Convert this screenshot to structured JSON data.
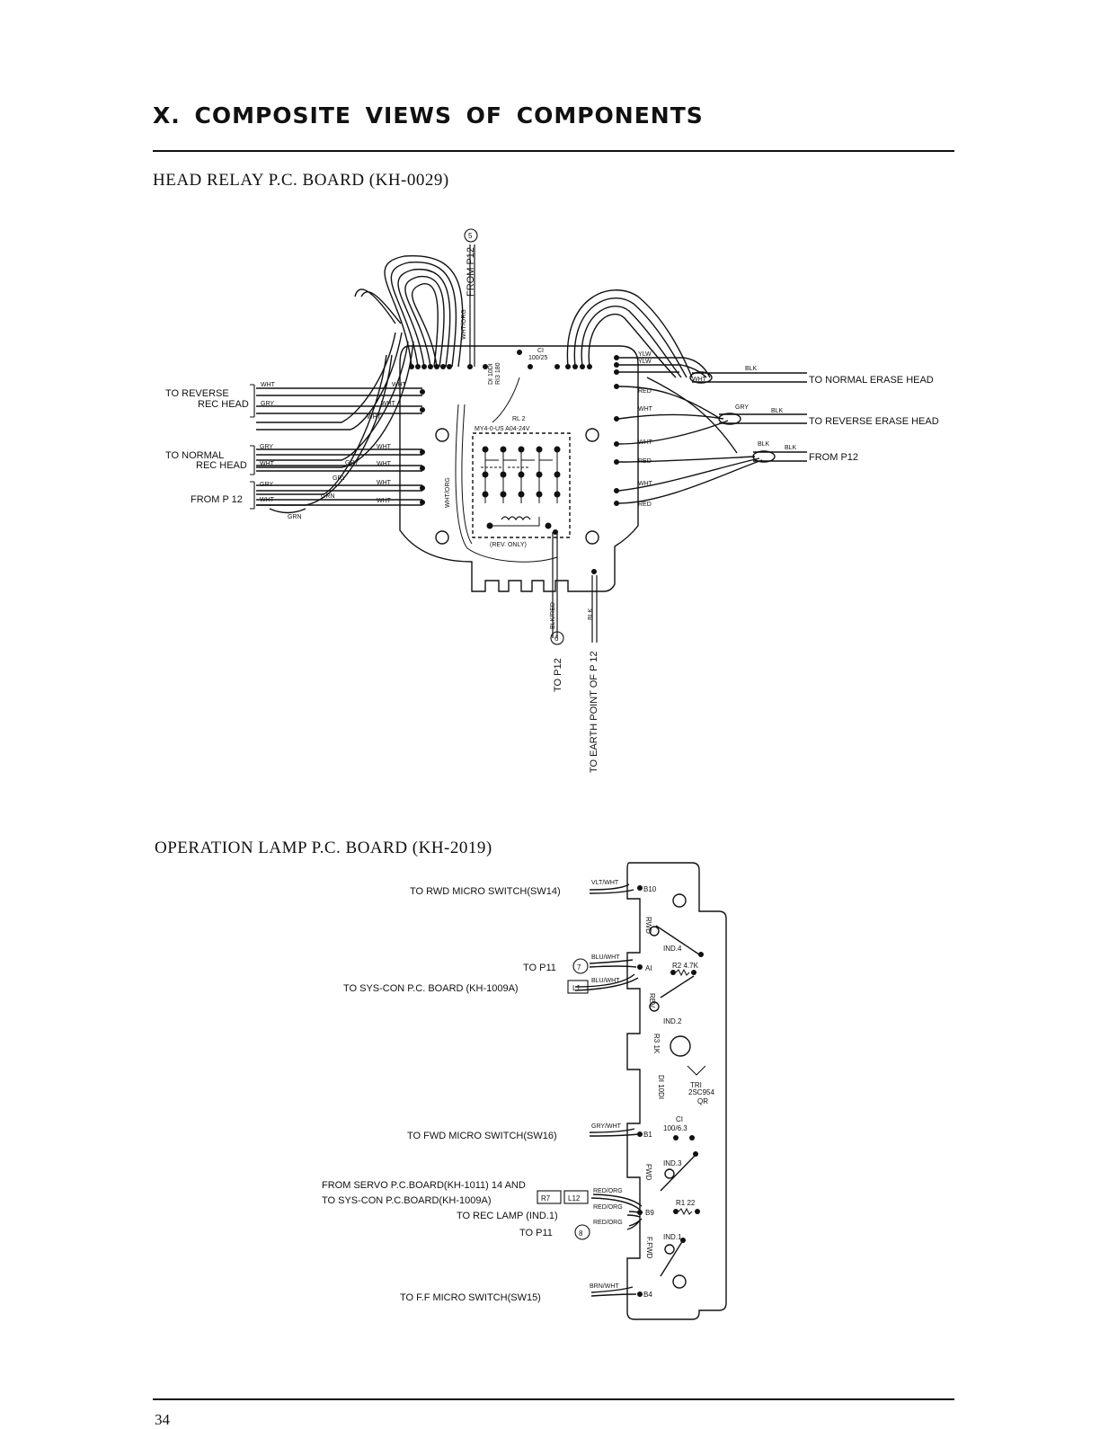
{
  "page": {
    "title": "X. COMPOSITE VIEWS OF COMPONENTS",
    "number": "34"
  },
  "head_relay": {
    "title": "HEAD RELAY P.C. BOARD (KH-0029)",
    "from_top": "FROM P12",
    "from_top_num": "5",
    "wire_top": "WHT/ORG",
    "to_reverse": "TO REVERSE",
    "rec_head_1": "REC HEAD",
    "to_normal": "TO NORMAL",
    "rec_head_2": "REC HEAD",
    "from_p12_left": "FROM P 12",
    "wht": "WHT",
    "gry": "GRY",
    "grn": "GRN",
    "blk": "BLK",
    "ylw": "YLW",
    "red": "RED",
    "wht_org": "WHT/ORG",
    "to_normal_erase": "TO NORMAL ERASE HEAD",
    "to_reverse_erase": "TO REVERSE ERASE HEAD",
    "from_p12_right": "FROM P12",
    "c1": "CI",
    "c1_val": "100/25",
    "d1": "DI 10DI",
    "r13": "RI3 180",
    "rl2": "RL 2",
    "relay_model": "MY4-0-US A04-24V",
    "rev_only": "(REV. ONLY)",
    "blk_red": "BLK/RED",
    "to_p12": "TO P12",
    "to_p12_num": "6",
    "to_earth": "TO EARTH POINT OF P 12"
  },
  "op_lamp": {
    "title": "OPERATION LAMP P.C. BOARD (KH-2019)",
    "rwd_switch": "TO RWD MICRO SWITCH(SW14)",
    "vlt_wht": "VLT/WHT",
    "b10": "B10",
    "to_p11_a": "TO P11",
    "p11_num_a": "7",
    "blu_wht_1": "BLU/WHT",
    "blu_wht_2": "BLU/WHT",
    "a1": "AI",
    "sys_con": "TO SYS-CON P.C. BOARD (KH-1009A)",
    "sys_con_box": "L1",
    "r2": "R2 4.7K",
    "ind4": "IND.4",
    "rwd": "RWD",
    "rev": "REV",
    "ind2": "IND.2",
    "r3": "R3 1K",
    "tr1": "TRI",
    "tr1_model": "2SC954",
    "tr1_rank": "QR",
    "d1": "DI 10DI",
    "c1": "CI",
    "c1_val": "100/6.3",
    "fwd_switch": "TO FWD MICRO SWITCH(SW16)",
    "gry_wht": "GRY/WHT",
    "b1": "B1",
    "ind3": "IND.3",
    "fwd": "FWD",
    "from_servo": "FROM SERVO P.C.BOARD(KH-1011) 14 AND",
    "to_syscon": "TO SYS-CON P.C.BOARD(KH-1009A)",
    "box_r7": "R7",
    "box_l12": "L12",
    "to_rec_lamp": "TO REC LAMP (IND.1)",
    "to_p11_b": "TO P11",
    "p11_num_b": "8",
    "red_org_1": "RED/ORG",
    "red_org_2": "RED/ORG",
    "red_org_3": "RED/ORG",
    "b9": "B9",
    "r1": "R1 22",
    "ind1": "IND.1",
    "ffwd": "F.FWD",
    "ff_switch": "TO F.F MICRO SWITCH(SW15)",
    "brn_wht": "BRN/WHT",
    "b4": "B4"
  },
  "colors": {
    "ink": "#111111",
    "paper": "#ffffff"
  }
}
